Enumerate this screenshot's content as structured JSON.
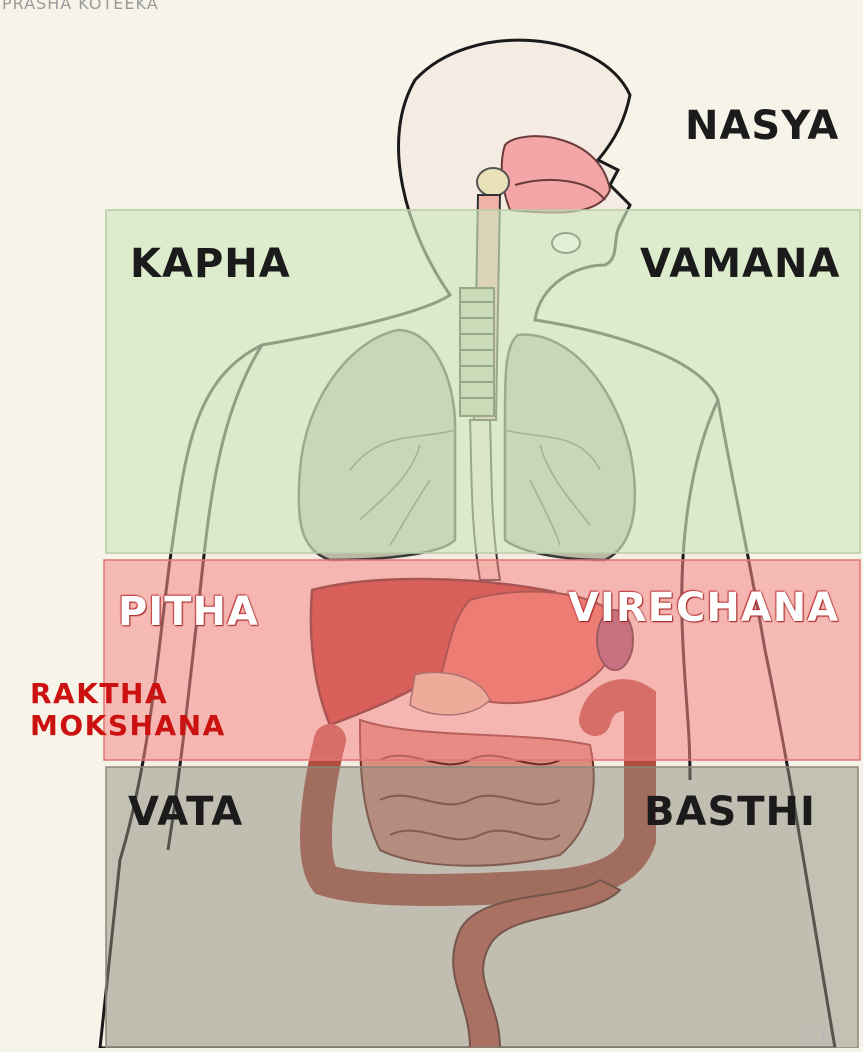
{
  "credit": "PRASHA KOTEEKA",
  "labels": {
    "nasya": "NASYA",
    "kapha": "KAPHA",
    "vamana": "VAMANA",
    "pitha": "PITHA",
    "virechana": "VIRECHANA",
    "raktha": "RAKTHA",
    "mokshana": "MOKSHANA",
    "vata": "VATA",
    "basthi": "BASTHI"
  },
  "page_number": "11",
  "colors": {
    "kapha_zone": "#cfe8bf",
    "pitha_zone": "#f58a8a",
    "vata_zone": "#9a9888",
    "label_red": "#cc1111",
    "background": "#f6f3e8"
  }
}
